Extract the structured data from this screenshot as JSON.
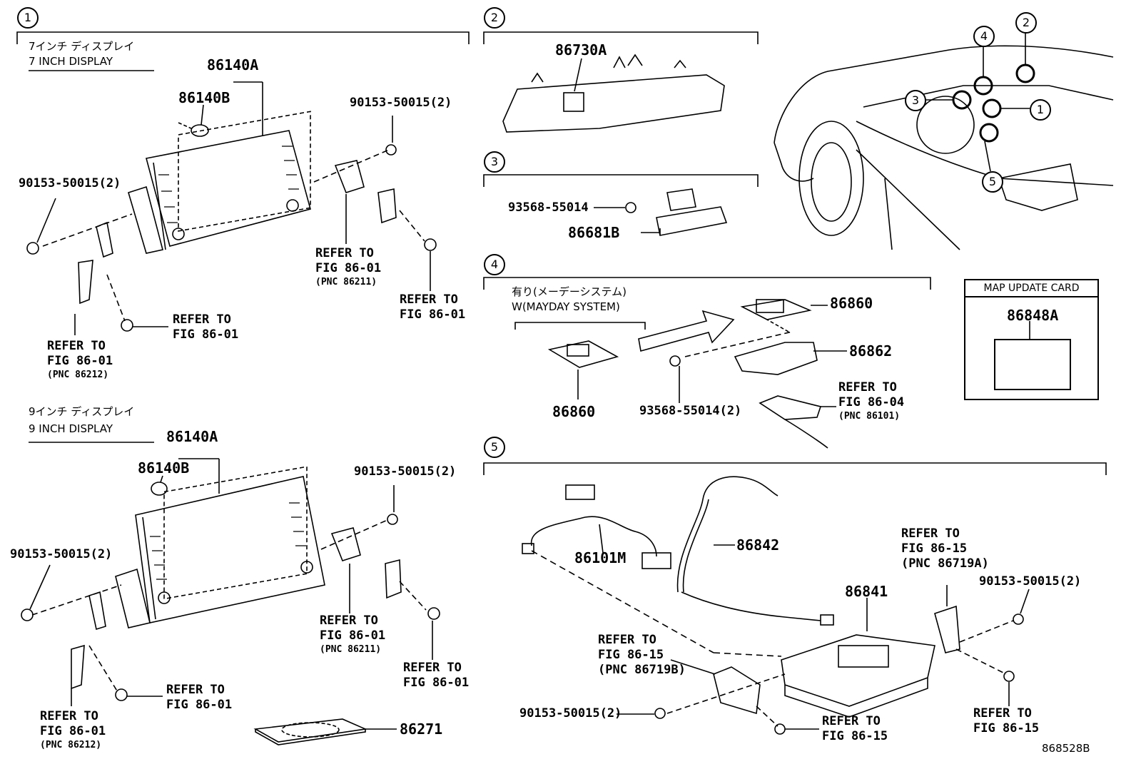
{
  "sections": {
    "s1": "1",
    "s2": "2",
    "s3": "3",
    "s4": "4",
    "s5": "5"
  },
  "car_callouts": [
    "1",
    "2",
    "3",
    "4",
    "5"
  ],
  "display7": {
    "title_jp": "7インチ ディスプレイ",
    "title_en": "7 INCH DISPLAY",
    "part_main": "86140A",
    "part_knob": "86140B",
    "bolt_right": "90153-50015(2)",
    "bolt_left": "90153-50015(2)",
    "ref_a": [
      "REFER TO",
      "FIG 86-01",
      "(PNC 86211)"
    ],
    "ref_b": [
      "REFER TO",
      "FIG 86-01"
    ],
    "ref_c": [
      "REFER TO",
      "FIG 86-01"
    ],
    "ref_d": [
      "REFER TO",
      "FIG 86-01",
      "(PNC 86212)"
    ]
  },
  "display9": {
    "title_jp": "9インチ ディスプレイ",
    "title_en": "9 INCH DISPLAY",
    "part_main": "86140A",
    "part_knob": "86140B",
    "bolt_right": "90153-50015(2)",
    "bolt_left": "90153-50015(2)",
    "ref_a": [
      "REFER TO",
      "FIG 86-01",
      "(PNC 86211)"
    ],
    "ref_b": [
      "REFER TO",
      "FIG 86-01"
    ],
    "ref_c": [
      "REFER TO",
      "FIG 86-01"
    ],
    "ref_d": [
      "REFER TO",
      "FIG 86-01",
      "(PNC 86212)"
    ],
    "disc": "86271"
  },
  "s2": {
    "part": "86730A"
  },
  "s3": {
    "screw": "93568-55014",
    "part": "86681B"
  },
  "s4": {
    "cond_jp": "有り(メーデーシステム)",
    "cond_en": "W(MAYDAY SYSTEM)",
    "part_left": "86860",
    "part_right": "86860",
    "bracket": "86862",
    "screw": "93568-55014(2)",
    "ref": [
      "REFER TO",
      "FIG 86-04",
      "(PNC 86101)"
    ]
  },
  "mapcard": {
    "title": "MAP UPDATE CARD",
    "part": "86848A"
  },
  "s5": {
    "harness1": "86101M",
    "harness2": "86842",
    "module": "86841",
    "ref_top": [
      "REFER TO",
      "FIG 86-15",
      "(PNC 86719A)"
    ],
    "bolt_right": "90153-50015(2)",
    "ref_left": [
      "REFER TO",
      "FIG 86-15",
      "(PNC 86719B)"
    ],
    "bolt_left": "90153-50015(2)",
    "ref_bottom": [
      "REFER TO",
      "FIG 86-15"
    ],
    "ref_right": [
      "REFER TO",
      "FIG 86-15"
    ]
  },
  "figure_code": "868528B"
}
